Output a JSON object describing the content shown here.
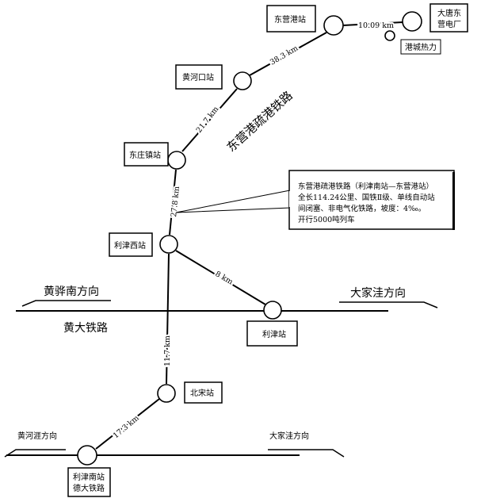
{
  "title": "东营港疏港铁路",
  "stations": {
    "dongyinggang": "东营港站",
    "datang_1": "大唐东",
    "datang_2": "营电厂",
    "gangcheng": "港城热力",
    "huanghekou": "黄河口站",
    "dongzhuangzhen": "东庄镇站",
    "lijinxi": "利津西站",
    "lijin": "利津站",
    "beisong": "北宋站",
    "lijinnan_1": "利津南站",
    "lijinnan_2": "德大铁路"
  },
  "distances": {
    "d1": "10.09 km",
    "d2": "38.3 km",
    "d3": "21.7 km",
    "d4": "27.8 km",
    "d5": "8 km",
    "d6": "11.7 km",
    "d7": "17.3 km"
  },
  "callout": [
    "东营港疏港铁路（利津南站—东营港站）",
    "全长114.24公里、国铁Ⅱ级、单线自动站",
    "间闭塞、非电气化铁路，坡度：4‰。",
    "开行5000吨列车"
  ],
  "huangda": {
    "name": "黄大铁路",
    "left_dir": "黄骅南方向",
    "right_dir": "大家洼方向"
  },
  "deda": {
    "left_dir": "黄河涯方向",
    "right_dir": "大家洼方向"
  }
}
